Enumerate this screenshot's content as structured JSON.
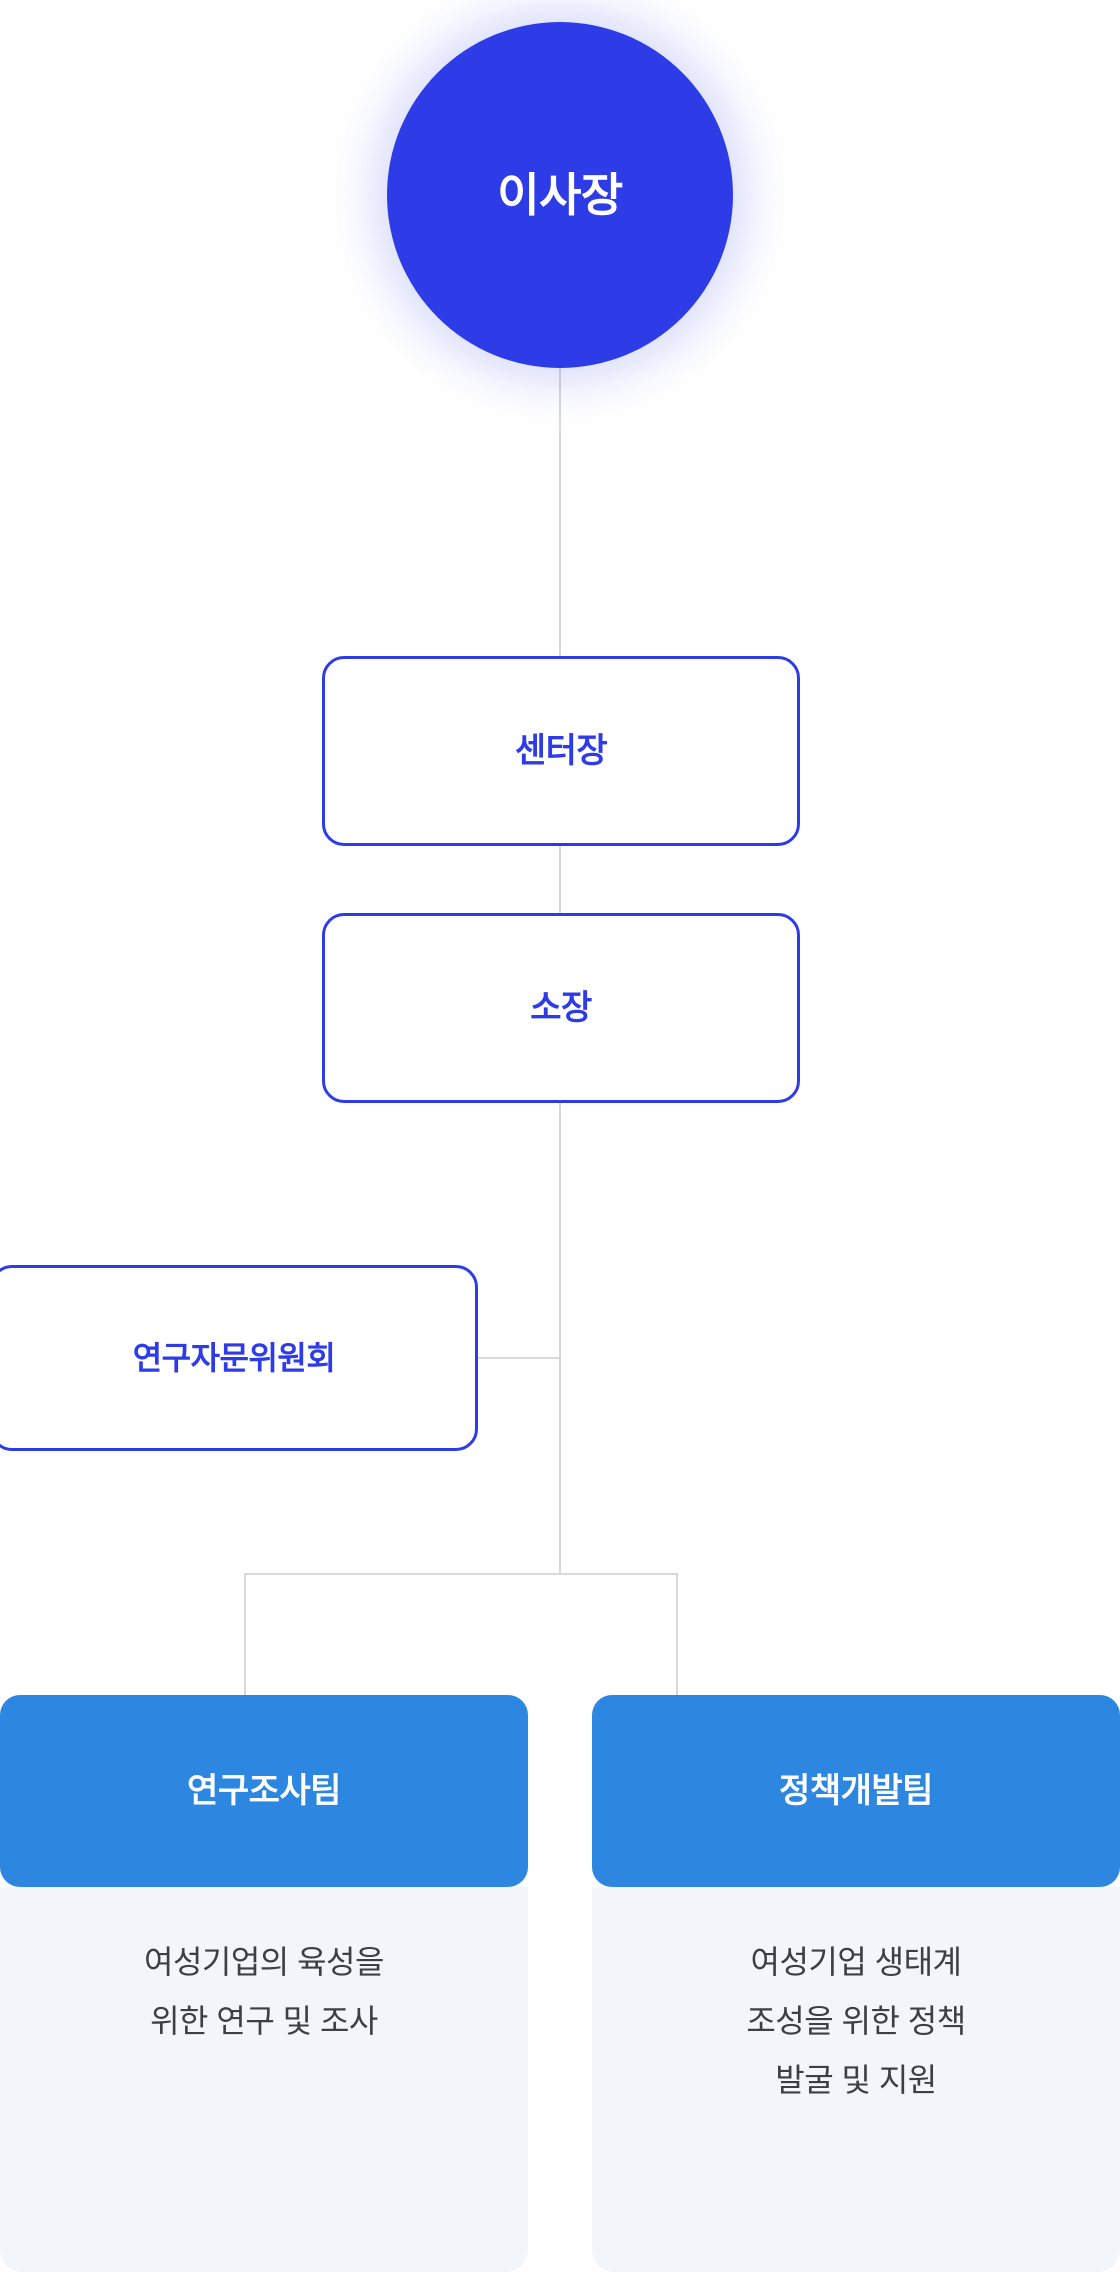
{
  "chart_data": {
    "type": "diagram",
    "diagram_kind": "organization-chart",
    "title": "",
    "orientation": "top-down",
    "nodes": [
      {
        "id": "root",
        "label": "이사장",
        "shape": "circle",
        "level": 0
      },
      {
        "id": "center",
        "label": "센터장",
        "shape": "rounded-rect",
        "level": 1
      },
      {
        "id": "head",
        "label": "소장",
        "shape": "rounded-rect",
        "level": 2
      },
      {
        "id": "advisory",
        "label": "연구자문위원회",
        "shape": "rounded-rect",
        "level": 3,
        "side": "left"
      },
      {
        "id": "team0",
        "label": "연구조사팀",
        "shape": "panel",
        "level": 4
      },
      {
        "id": "team1",
        "label": "정책개발팀",
        "shape": "panel",
        "level": 4
      }
    ],
    "edges": [
      {
        "from": "root",
        "to": "center"
      },
      {
        "from": "center",
        "to": "head"
      },
      {
        "from": "head",
        "to": "advisory",
        "style": "staff"
      },
      {
        "from": "head",
        "to": "team0"
      },
      {
        "from": "head",
        "to": "team1"
      }
    ]
  },
  "colors": {
    "root_fill": "#2e3ce8",
    "root_text": "#ffffff",
    "outline_border": "#2e3ce8",
    "outline_text": "#2e3ce8",
    "team_header_fill": "#2d87e0",
    "team_header_text": "#ffffff",
    "team_body_fill": "#f2f6fb",
    "team_body_text": "#3c4044",
    "connector": "#d8d8d8",
    "page_background": "#ffffff"
  },
  "root": {
    "label": "이사장"
  },
  "center": {
    "label": "센터장"
  },
  "head": {
    "label": "소장"
  },
  "advisory": {
    "label": "연구자문위원회"
  },
  "teams": [
    {
      "title": "연구조사팀",
      "description": "여성기업의 육성을\n위한 연구 및 조사"
    },
    {
      "title": "정책개발팀",
      "description": "여성기업 생태계\n조성을 위한 정책\n발굴 및 지원"
    }
  ]
}
